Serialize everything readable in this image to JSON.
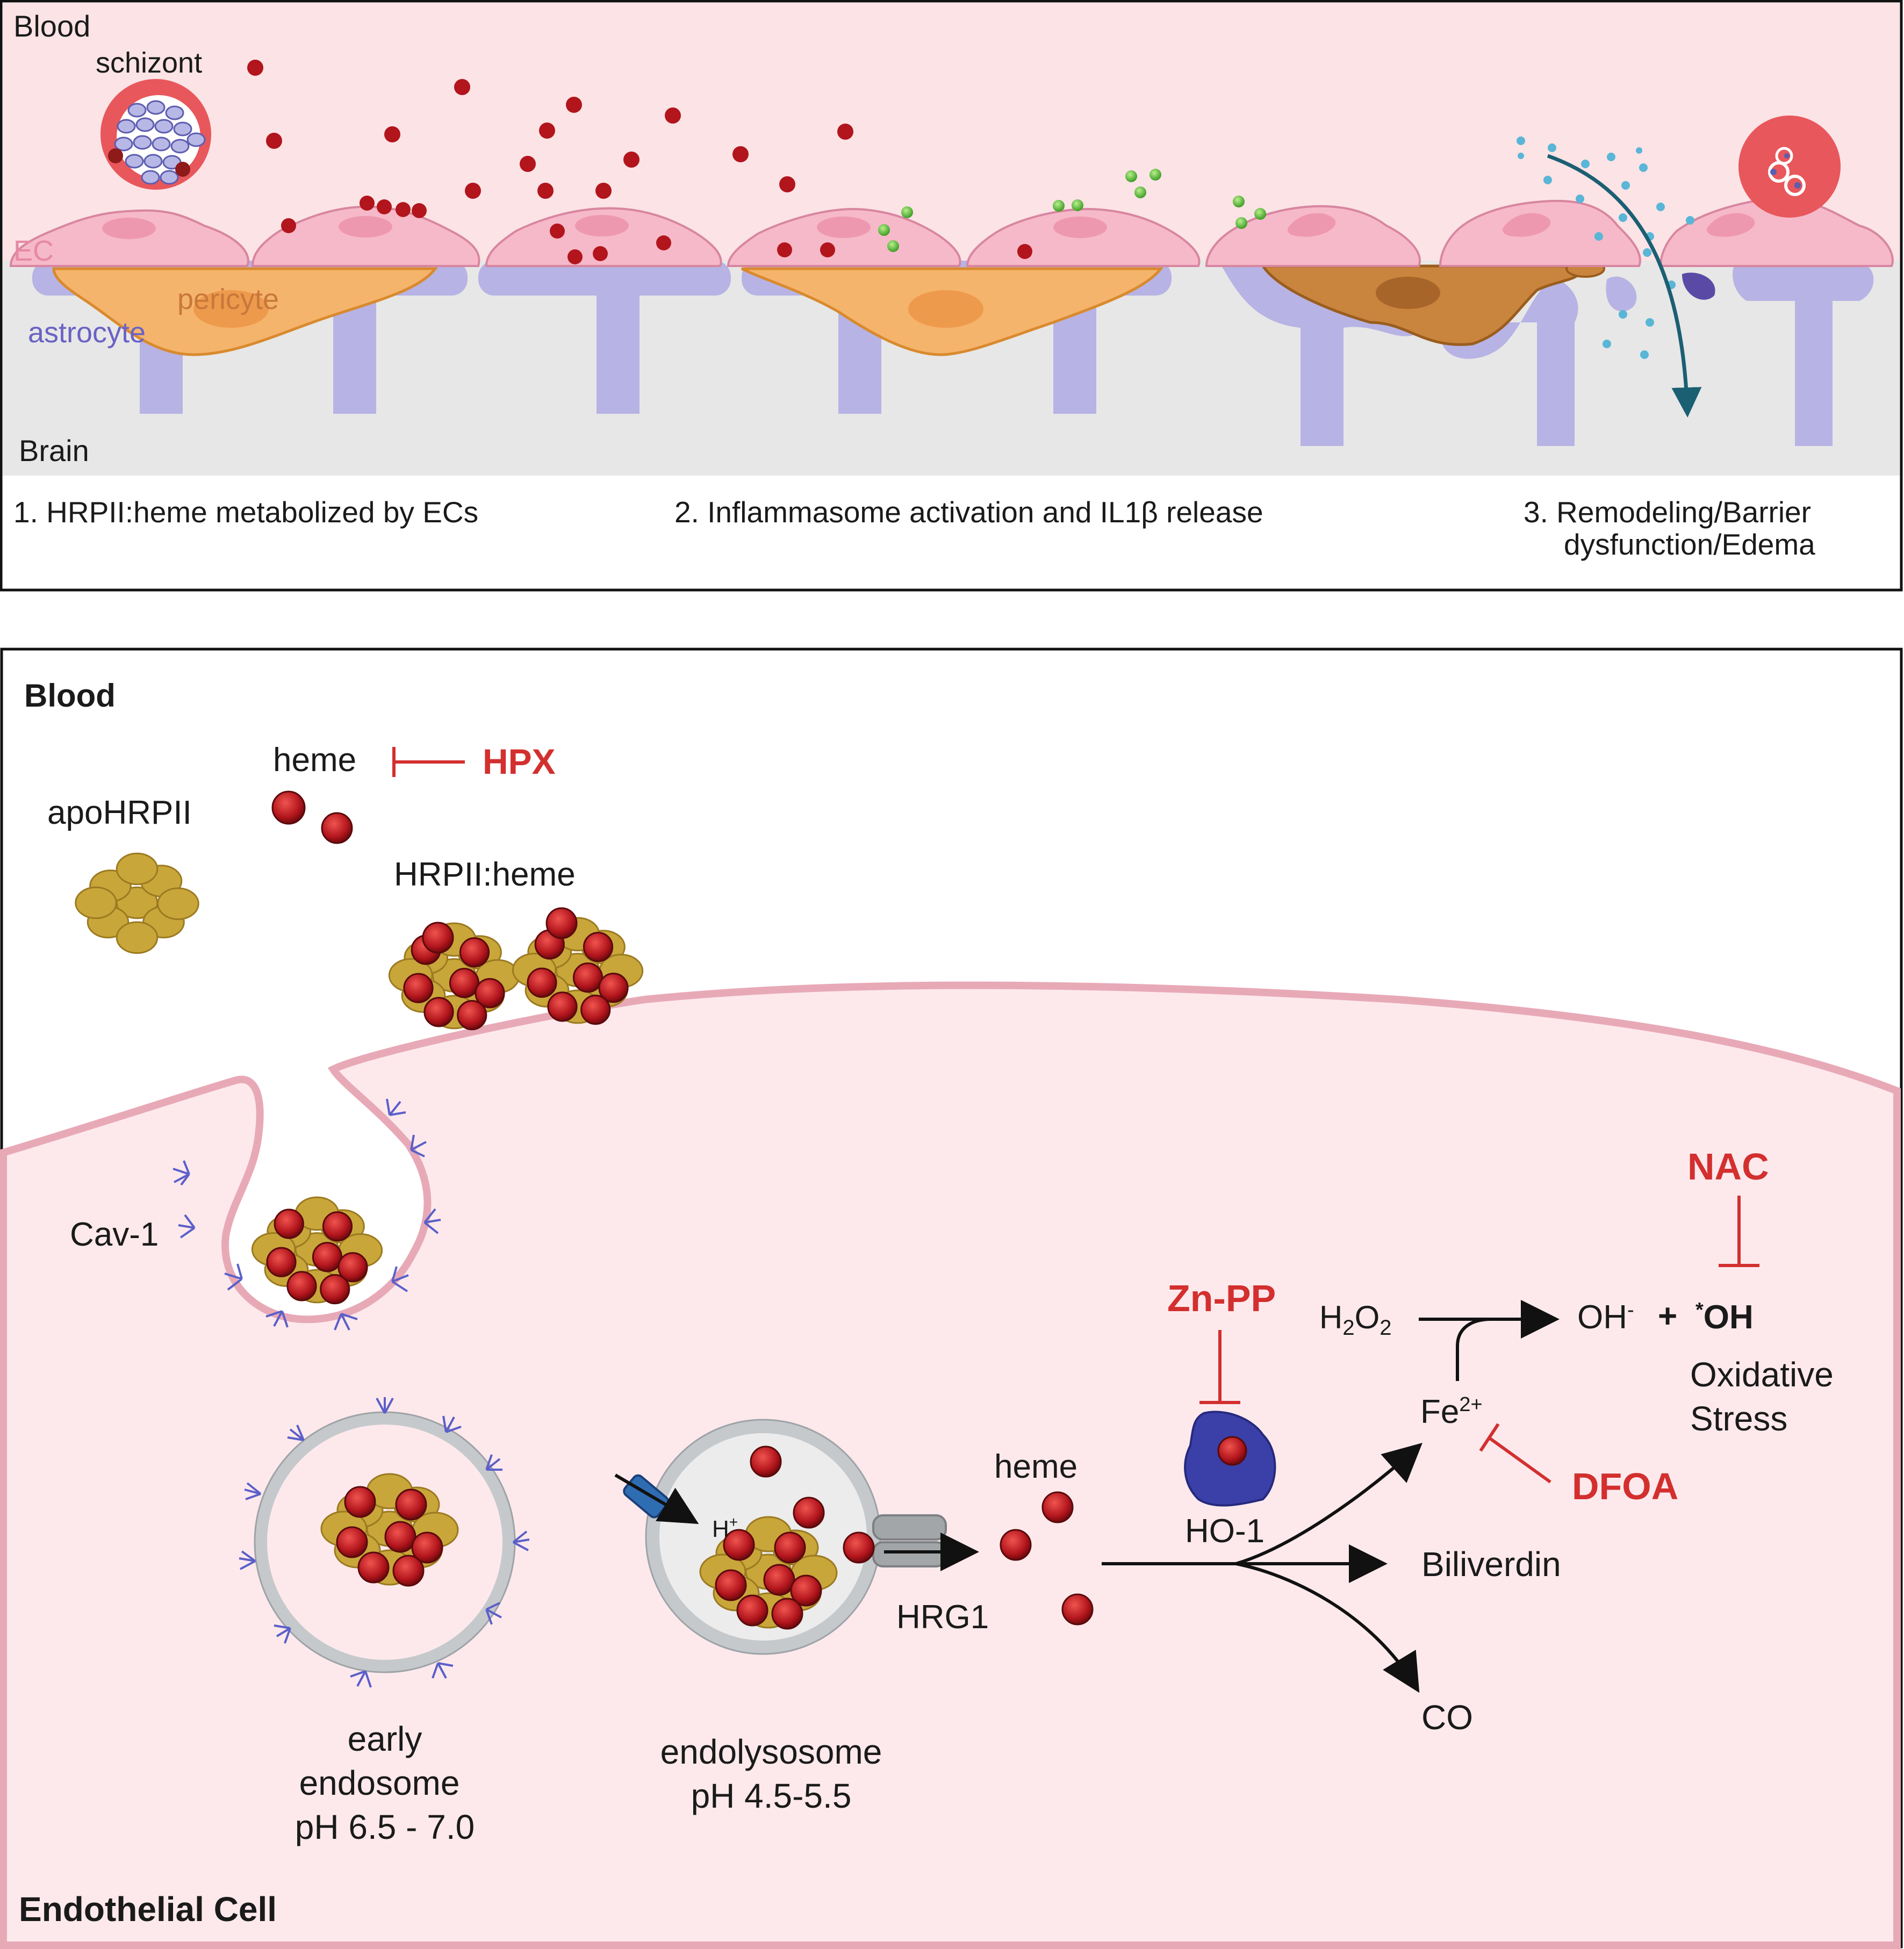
{
  "top_panel": {
    "region_top": "Blood",
    "region_bottom": "Brain",
    "schizont": "schizont",
    "ec": "EC",
    "pericyte": "pericyte",
    "astrocyte": "astrocyte",
    "steps": [
      "1.  HRPII:heme metabolized by ECs",
      "2. Inflammasome activation and IL1β release",
      "3. Remodeling/Barrier",
      "dysfunction/Edema"
    ]
  },
  "bottom_panel": {
    "blood": "Blood",
    "cell": "Endothelial Cell",
    "heme": "heme",
    "hpx": "HPX",
    "apohrpii": "apoHRPII",
    "hrpii_heme": "HRPII:heme",
    "cav1": "Cav-1",
    "early_endosome": [
      "early",
      "endosome",
      "pH 6.5 - 7.0"
    ],
    "endolysosome": [
      "endolysosome",
      "pH 4.5-5.5"
    ],
    "h_plus": "H",
    "h_plus_sup": "+",
    "hrg1": "HRG1",
    "heme2": "heme",
    "znpp": "Zn-PP",
    "ho1": "HO-1",
    "h2o2_main": "H",
    "h2o2_sub": "2",
    "h2o2_o": "O",
    "oh_minus": "OH",
    "oh_minus_sup": "-",
    "plus": "+",
    "oh_radical_sup": "*",
    "oh_radical": "OH",
    "nac": "NAC",
    "oxidative": [
      "Oxidative",
      "Stress"
    ],
    "fe": "Fe",
    "fe_sup": "2+",
    "dfoa": "DFOA",
    "biliverdin": "Biliverdin",
    "co": "CO"
  },
  "colors": {
    "blood_bg": "#fbe3e6",
    "brain_bg": "#e7e7e7",
    "ec_cell": "#f6b9c9",
    "pericyte": "#f5b46c",
    "astrocyte": "#b7b3e4",
    "heme": "#b2151c",
    "hrpii": "#c9a63a",
    "inhibitor": "#d32f2f"
  }
}
